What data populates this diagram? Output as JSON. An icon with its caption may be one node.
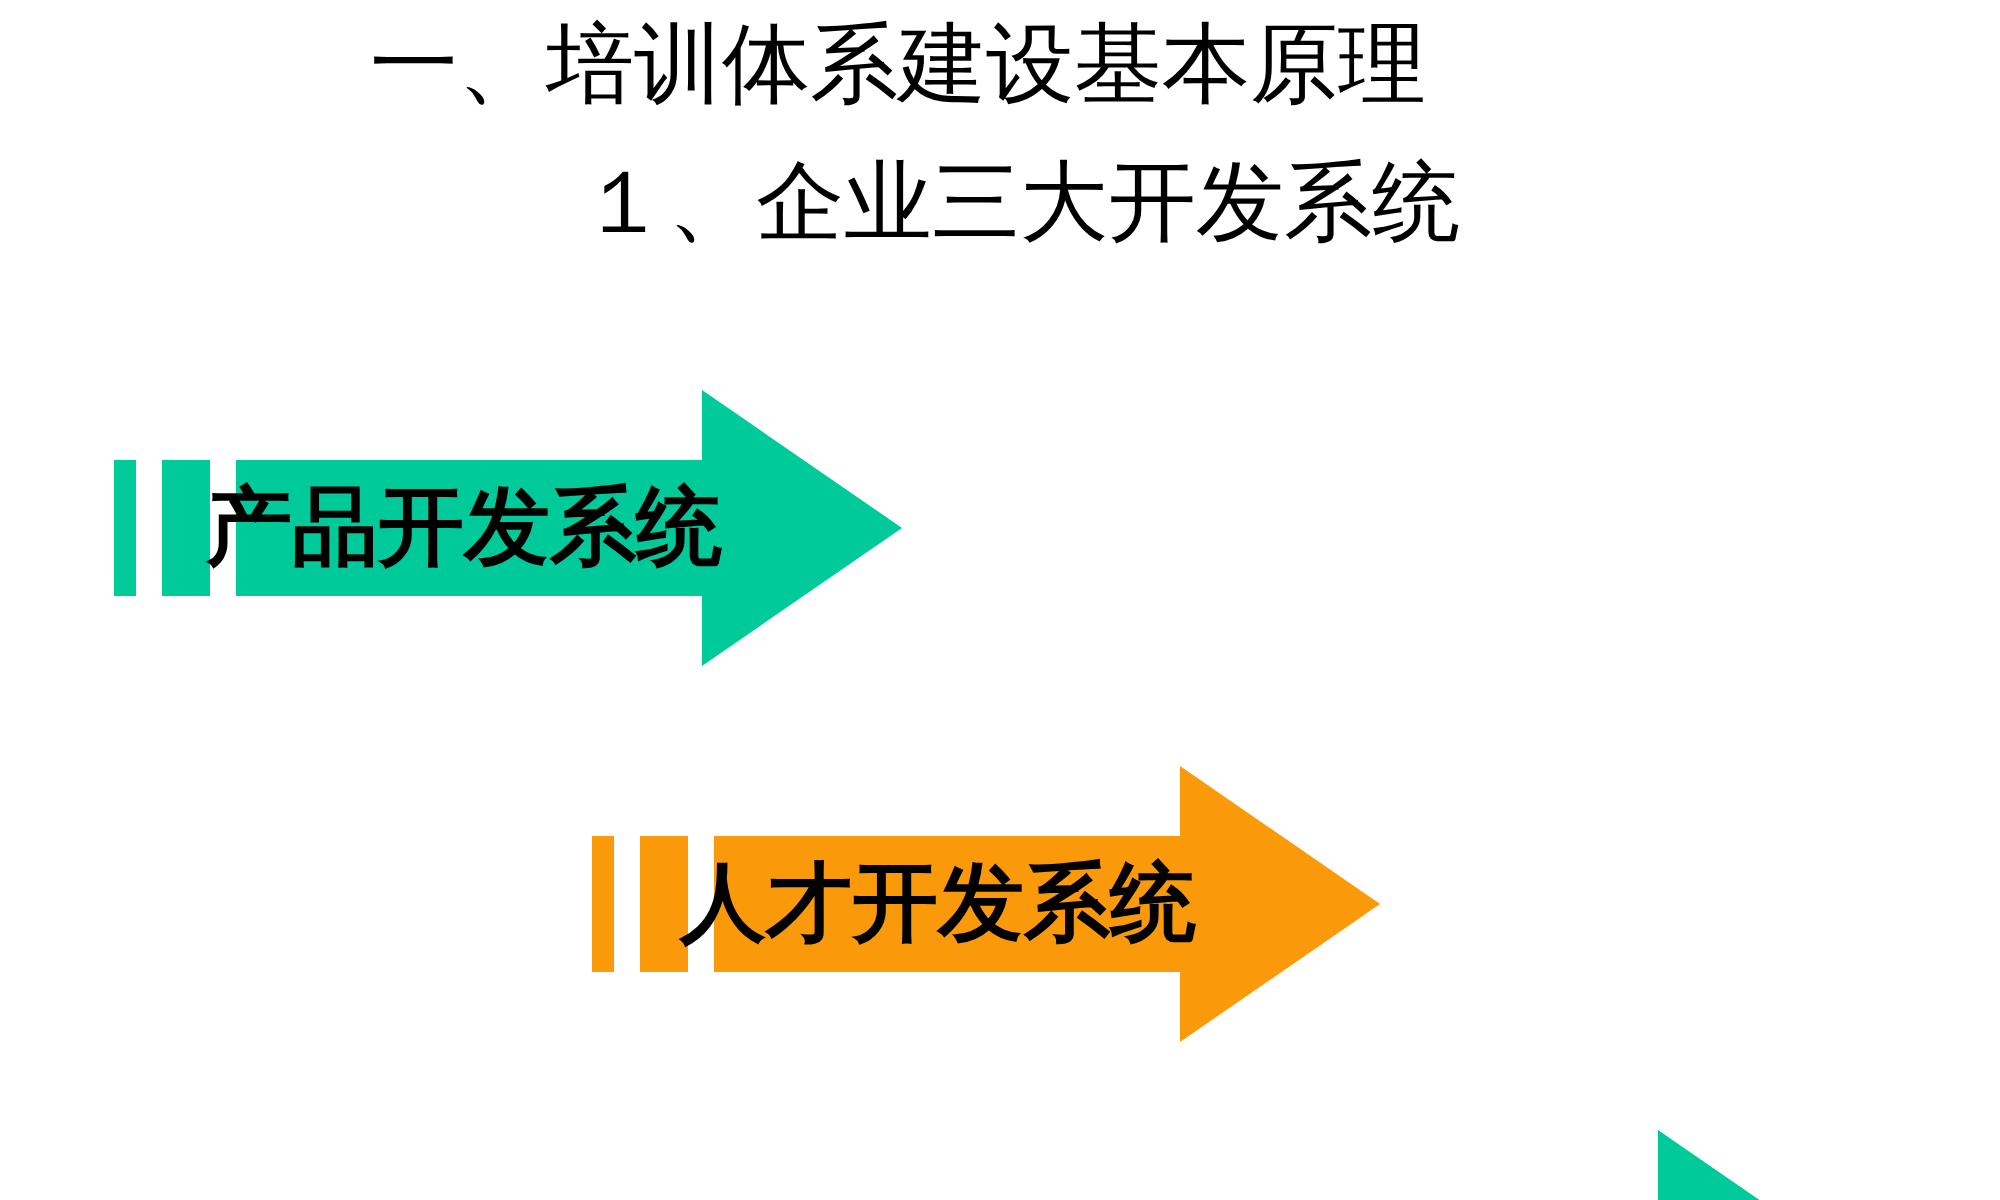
{
  "diagram": {
    "title": "一、培训体系建设基本原理",
    "nodes": [
      {
        "text": [
          "产品开发系统"
        ]
      },
      {
        "text": [
          "人才开发系统"
        ]
      },
      {
        "text": [],
        "shape": "arrow"
      }
    ],
    "labels": [
      "１、企业三大开发系统"
    ]
  }
}
